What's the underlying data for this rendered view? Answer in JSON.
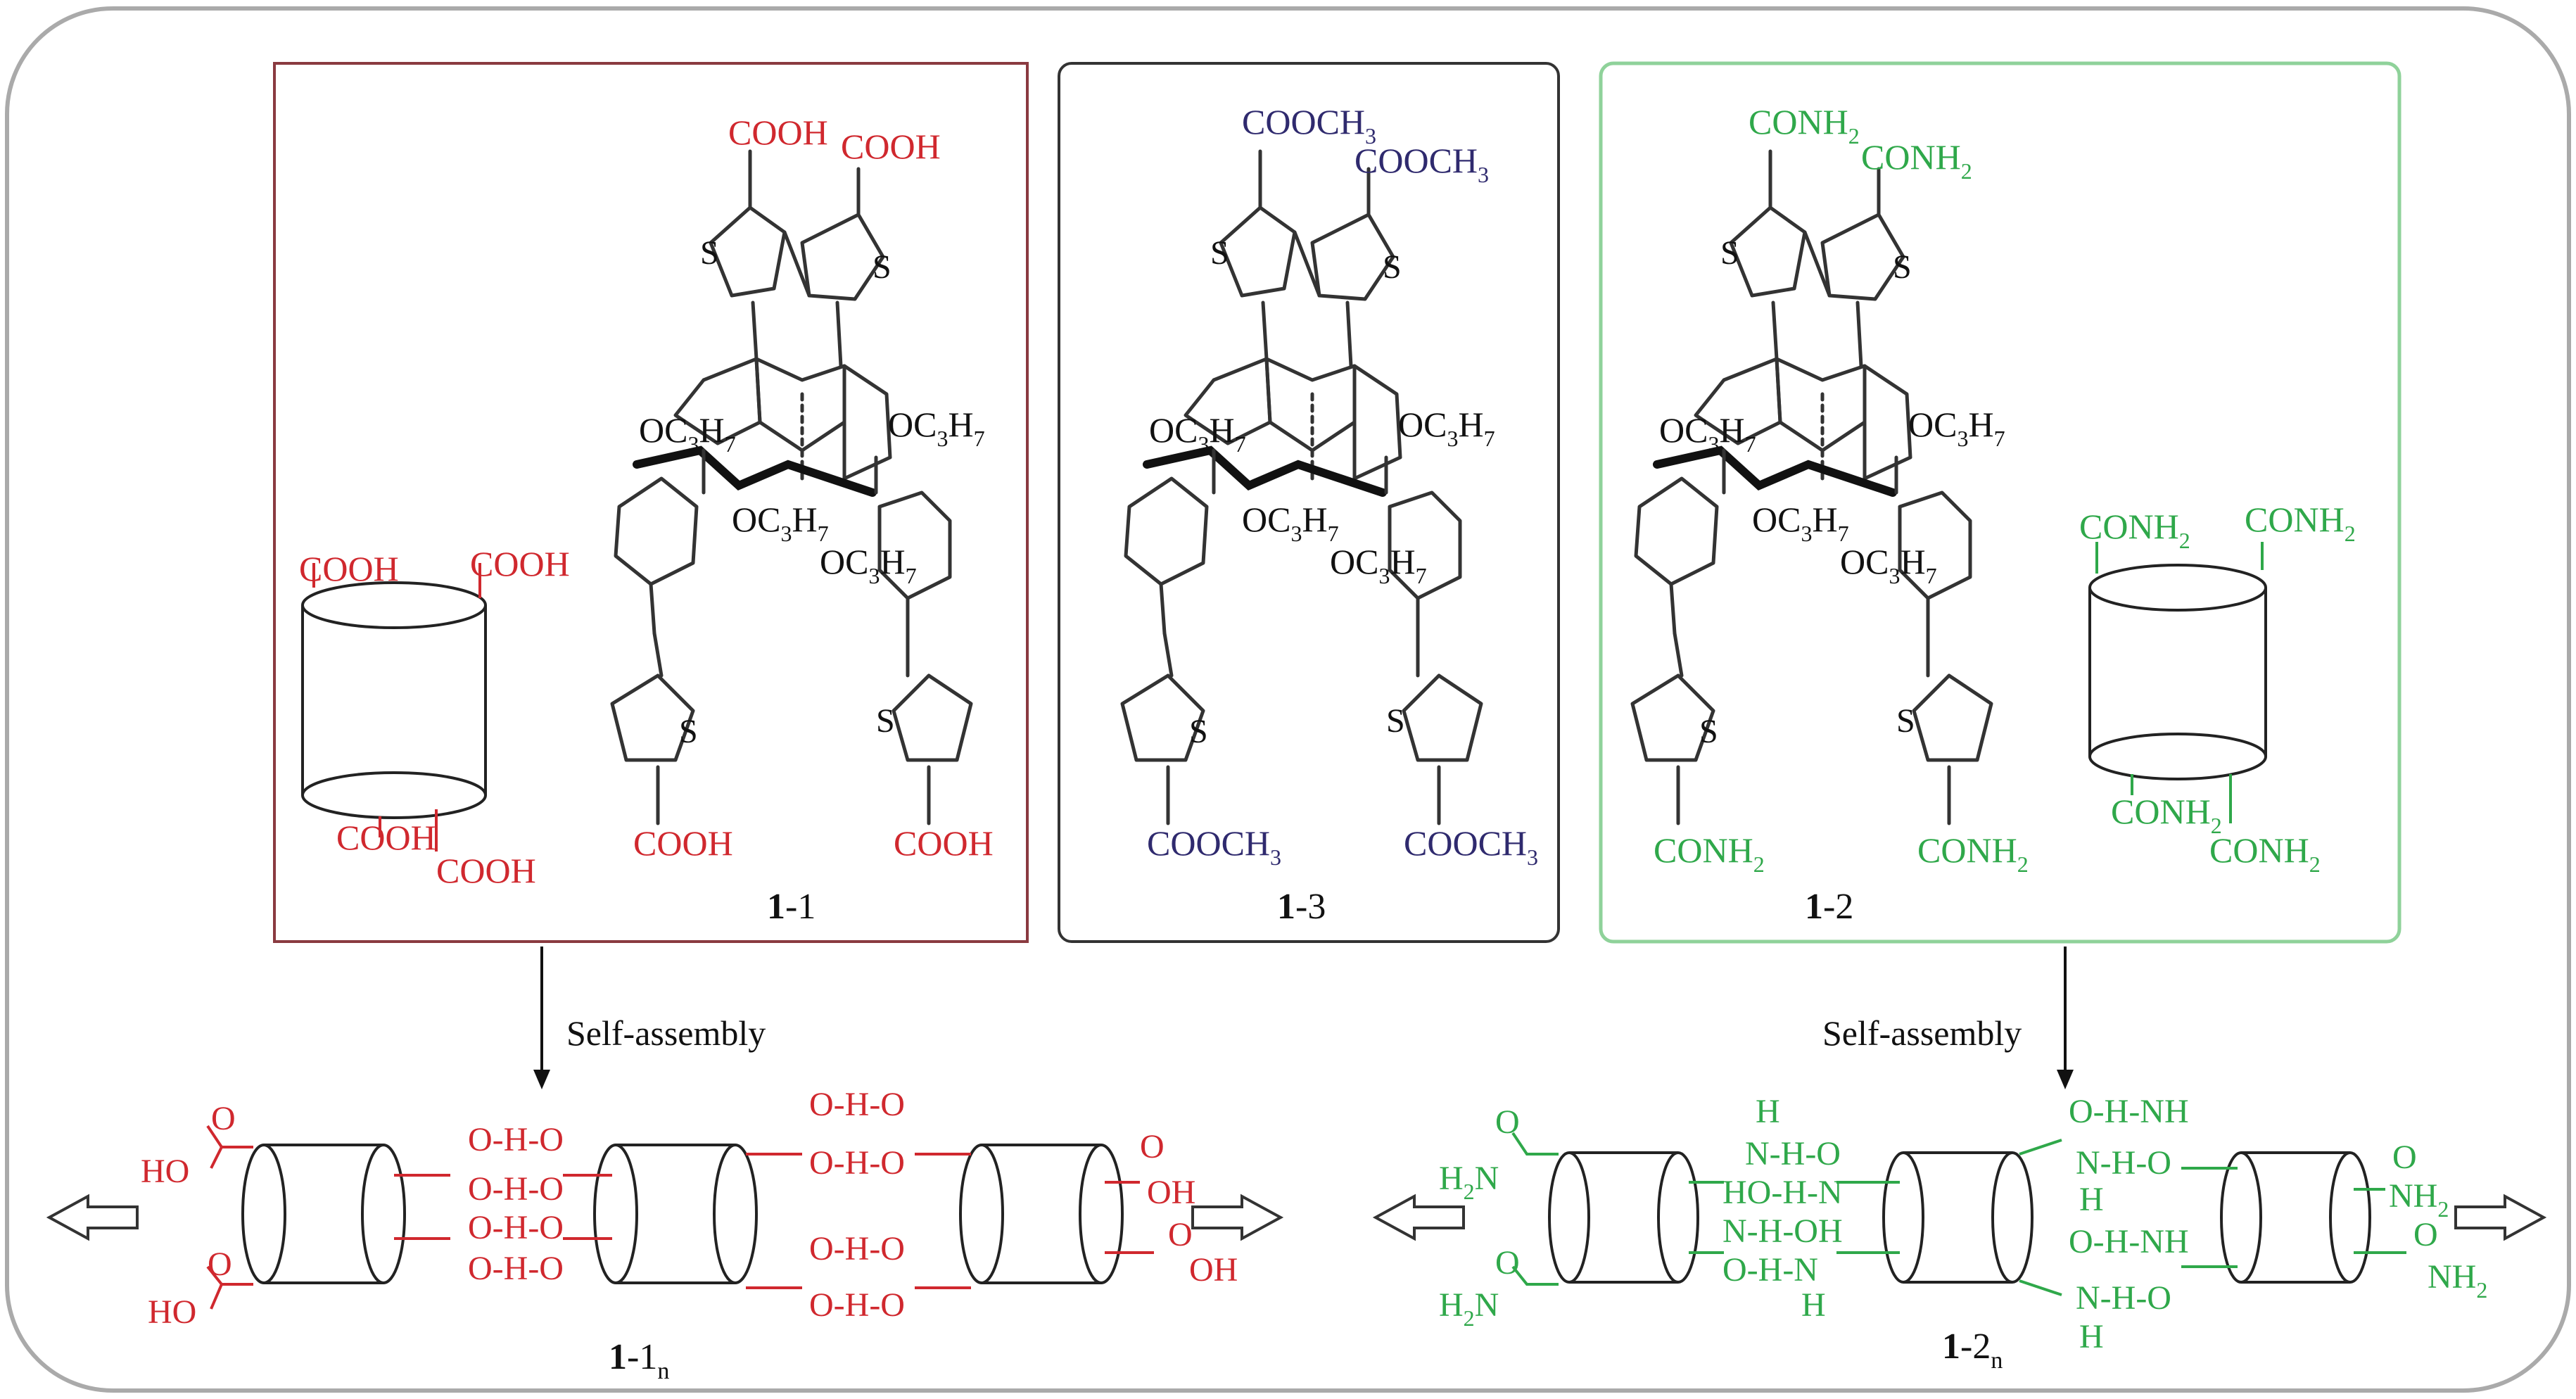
{
  "colors": {
    "red": "#d0282e",
    "blue": "#2f2a6e",
    "green": "#2fa84a",
    "frame": "#aaaaaa"
  },
  "compounds": [
    {
      "id": "1-1",
      "prefix": "1",
      "suffix": "-1",
      "color": "red",
      "top_left": "COOH",
      "top_right": "COOH",
      "bottom_left": "COOH",
      "bottom_right": "COOH",
      "cyl_top_left": "COOH",
      "cyl_top_right": "COOH",
      "cyl_bot_left": "COOH",
      "cyl_bot_right": "COOH"
    },
    {
      "id": "1-3",
      "prefix": "1",
      "suffix": "-3",
      "color": "blue",
      "top_left": "COOCH",
      "top_left_sub": "3",
      "top_right": "COOCH",
      "top_right_sub": "3",
      "bottom_left": "COOCH",
      "bottom_left_sub": "3",
      "bottom_right": "COOCH",
      "bottom_right_sub": "3"
    },
    {
      "id": "1-2",
      "prefix": "1",
      "suffix": "-2",
      "color": "green",
      "top_left": "CONH",
      "top_left_sub": "2",
      "top_right": "CONH",
      "top_right_sub": "2",
      "bottom_left": "CONH",
      "bottom_left_sub": "2",
      "bottom_right": "CONH",
      "bottom_right_sub": "2",
      "cyl_top_left": "CONH",
      "cyl_top_left_sub": "2",
      "cyl_top_right": "CONH",
      "cyl_top_right_sub": "2",
      "cyl_bot_left": "CONH",
      "cyl_bot_left_sub": "2",
      "cyl_bot_right": "CONH",
      "cyl_bot_right_sub": "2"
    }
  ],
  "ring_atom": "S",
  "alkoxy": {
    "main": "OC",
    "sub1": "3",
    "mid": "H",
    "sub2": "7"
  },
  "arrows": {
    "left": "Self-assembly",
    "right": "Self-assembly"
  },
  "assemblies": [
    {
      "id": "1-1n",
      "prefix": "1",
      "suffix": "-1",
      "sub": "n",
      "hbond": "O-H-O",
      "end_group": "HO",
      "end_group_right": "OH",
      "carbonyl": "O"
    },
    {
      "id": "1-2n",
      "prefix": "1",
      "suffix": "-2",
      "sub": "n",
      "hb_a": "N-H-O",
      "hb_b": "O-H-NH",
      "hb_c": "HO-H-N",
      "hb_d": "N-H-OH",
      "hb_e": "O-H-N",
      "hb_f": "N-H-O",
      "h_atom": "H",
      "carbonyl": "O",
      "end_left": "H",
      "end_left_sub": "2",
      "end_left_atom": "N",
      "end_right": "NH",
      "end_right_sub": "2"
    }
  ]
}
